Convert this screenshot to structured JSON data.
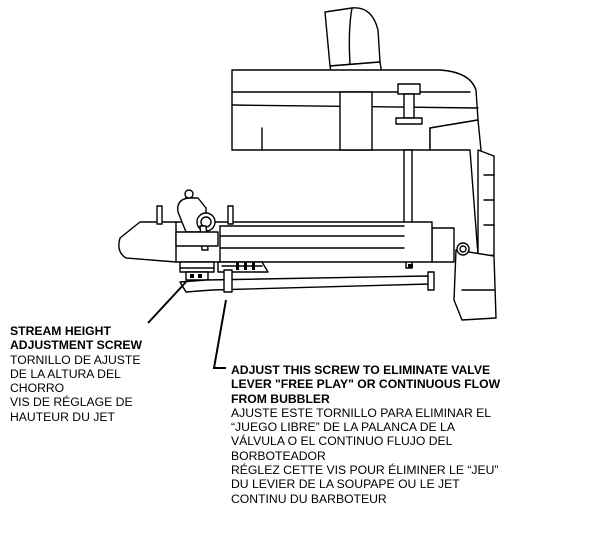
{
  "labels": {
    "stream_height": {
      "title": [
        "STREAM HEIGHT",
        "ADJUSTMENT SCREW"
      ],
      "spanish": [
        "TORNILLO DE AJUSTE",
        "DE LA ALTURA DEL",
        "CHORRO"
      ],
      "french": [
        "VIS DE RÉGLAGE DE",
        "HAUTEUR DU JET"
      ]
    },
    "valve_lever": {
      "title": [
        "ADJUST THIS SCREW TO ELIMINATE VALVE",
        "LEVER \"FREE PLAY\" OR CONTINUOUS FLOW",
        "FROM BUBBLER"
      ],
      "spanish": [
        "AJUSTE ESTE TORNILLO PARA ELIMINAR EL",
        "“JUEGO LIBRE” DE LA PALANCA DE LA",
        "VÁLVULA O EL CONTINUO FLUJO DEL",
        "BORBOTEADOR"
      ],
      "french": [
        "RÉGLEZ CETTE VIS POUR ÉLIMINER LE “JEU”",
        "DU LEVIER DE LA SOUPAPE OU LE JET",
        "CONTINU DU BARBOTEUR"
      ]
    }
  },
  "colors": {
    "line": "#000000",
    "background": "#ffffff"
  }
}
